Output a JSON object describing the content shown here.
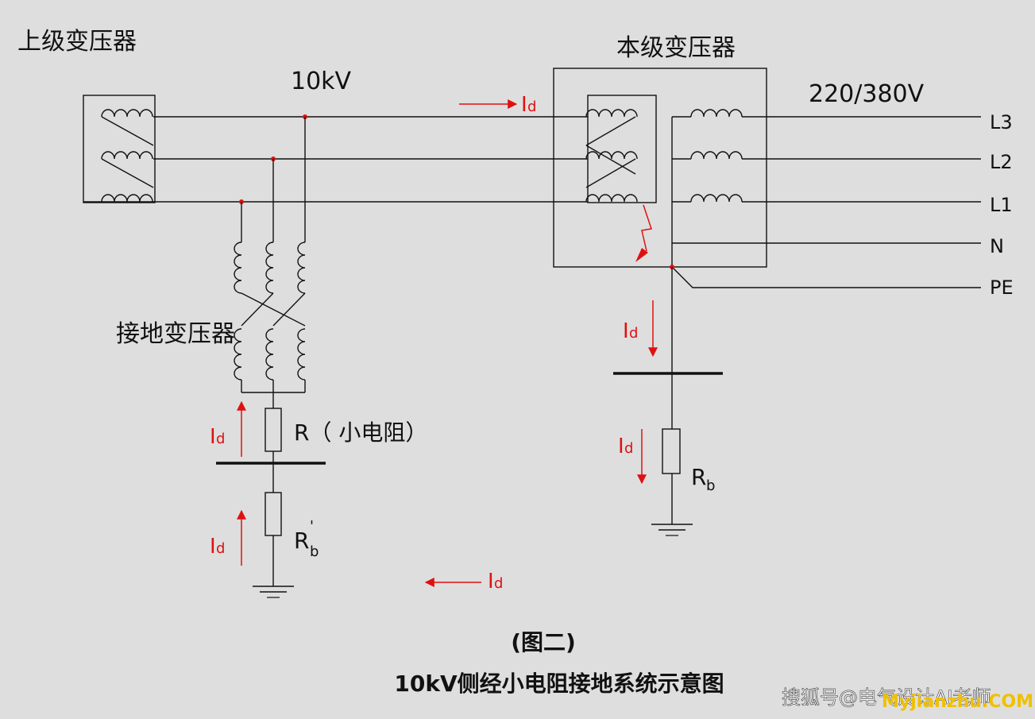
{
  "labels": {
    "upstream_transformer": "上级变压器",
    "local_transformer": "本级变压器",
    "grounding_transformer": "接地变压器",
    "hv_voltage": "10kV",
    "lv_voltage": "220/380V",
    "line_l3": "L3",
    "line_l2": "L2",
    "line_l1": "L1",
    "line_n": "N",
    "line_pe": "PE",
    "resistor_r": "R（ 小电阻）",
    "resistor_rb": "R",
    "resistor_rb_sub": "b",
    "resistor_rb_prime": "R",
    "resistor_rb_prime_sub": "b",
    "resistor_rb_prime_mark": "'",
    "fault_current": "I",
    "fault_current_sub": "d"
  },
  "caption": {
    "line1": "(图二)",
    "line2": "10kV侧经小电阻接地系统示意图"
  },
  "watermark": {
    "source": "搜狐号@电气设计AI老师",
    "overlay": "Myjianzhu.COM"
  },
  "colors": {
    "line": "#111111",
    "fault": "#e01010",
    "background": "#dedede"
  }
}
